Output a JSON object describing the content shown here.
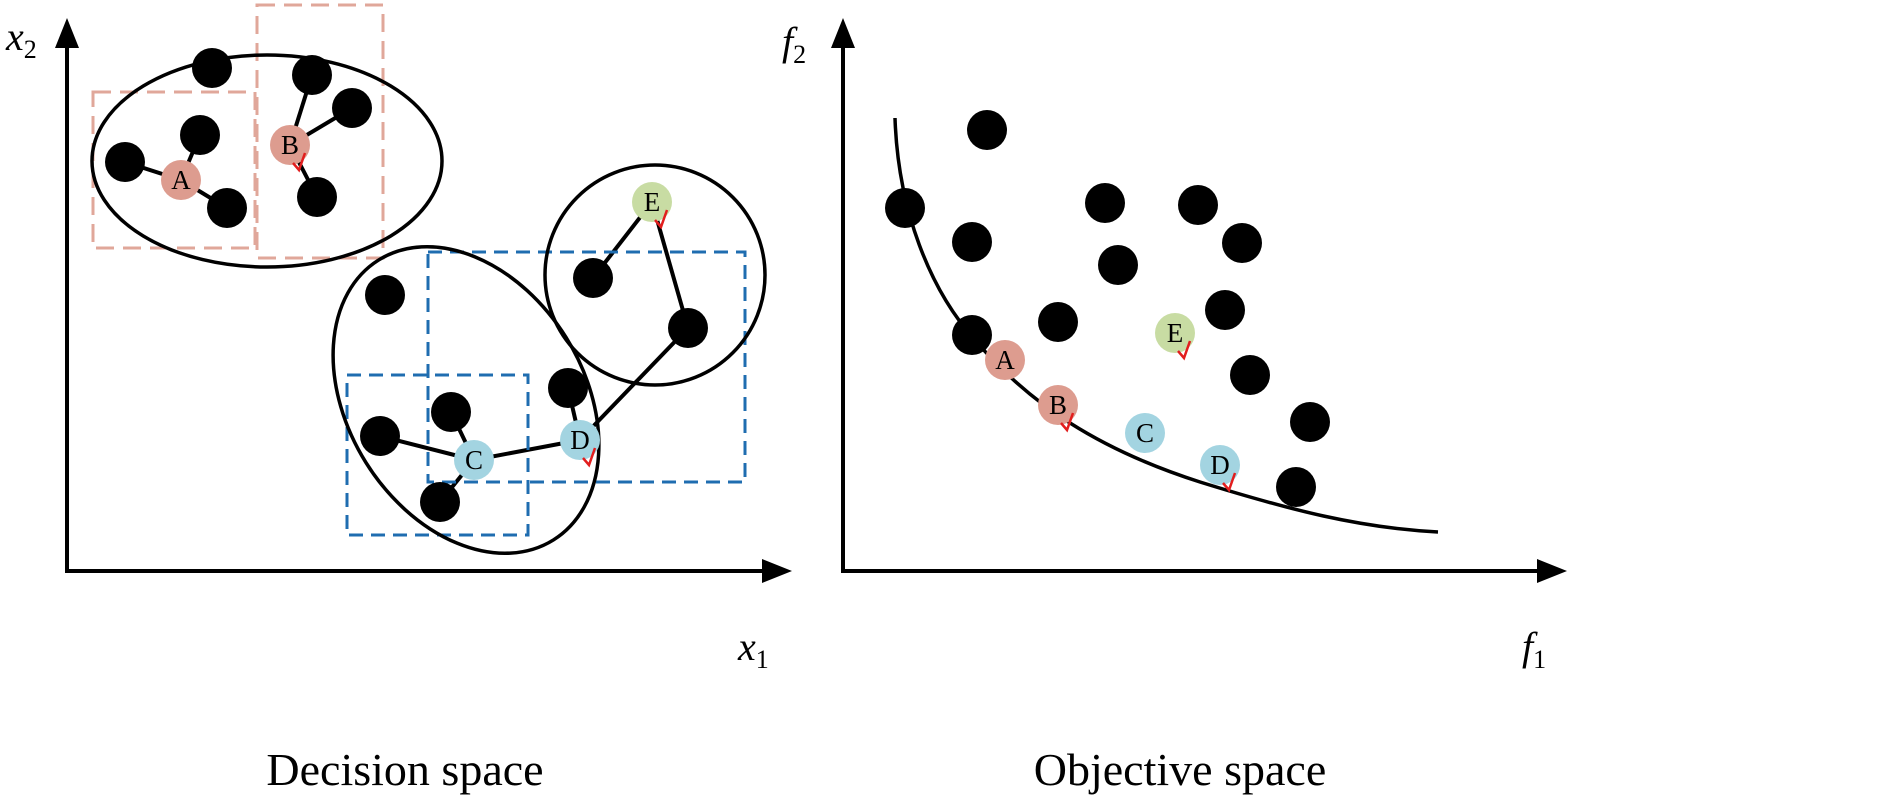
{
  "colors": {
    "pink": "#dd9c8f",
    "blue": "#a3d4e1",
    "green": "#c8dca3",
    "blue_dash": "#1f6db0",
    "pink_dash": "#e0a79a",
    "check": "#e21e1e"
  },
  "left_panel": {
    "title": "Decision space",
    "x_axis_label": "x",
    "x_axis_sub": "1",
    "y_axis_label": "x",
    "y_axis_sub": "2",
    "labeled_points": [
      {
        "label": "A",
        "color": "pink",
        "checked": false
      },
      {
        "label": "B",
        "color": "pink",
        "checked": true
      },
      {
        "label": "C",
        "color": "blue",
        "checked": false
      },
      {
        "label": "D",
        "color": "blue",
        "checked": true
      },
      {
        "label": "E",
        "color": "green",
        "checked": true
      }
    ]
  },
  "right_panel": {
    "title": "Objective space",
    "x_axis_label": "f",
    "x_axis_sub": "1",
    "y_axis_label": "f",
    "y_axis_sub": "2",
    "labeled_points": [
      {
        "label": "A",
        "color": "pink",
        "checked": false
      },
      {
        "label": "B",
        "color": "pink",
        "checked": true
      },
      {
        "label": "C",
        "color": "blue",
        "checked": false
      },
      {
        "label": "D",
        "color": "blue",
        "checked": true
      },
      {
        "label": "E",
        "color": "green",
        "checked": true
      }
    ]
  }
}
